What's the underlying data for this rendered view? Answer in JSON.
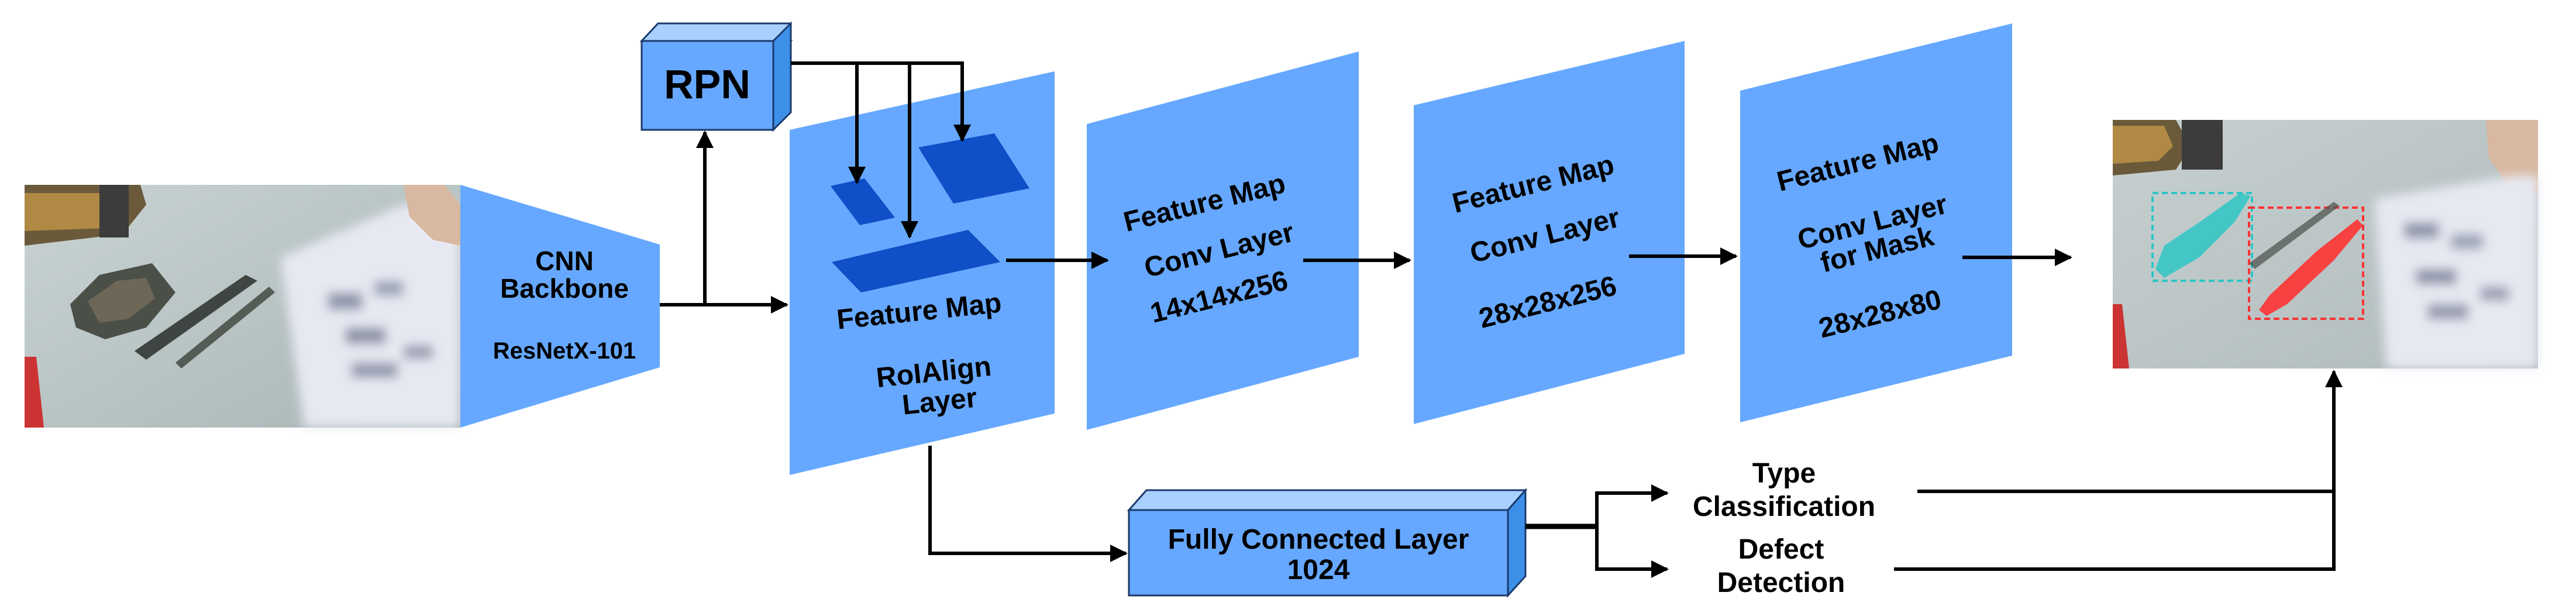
{
  "colors": {
    "box_blue": "#66a8ff",
    "box_side": "#3d8fe8",
    "box_top": "#a9d0ff",
    "roi_blue": "#0f4fc7",
    "stroke": "#1b3a6b",
    "mask_cyan": "#2ec6c6",
    "mask_red": "#ff3333"
  },
  "input_image": {
    "name": "input-photo"
  },
  "backbone": {
    "line1": "CNN",
    "line2": "Backbone",
    "model": "ResNetX-101"
  },
  "rpn": {
    "label": "RPN"
  },
  "roialign": {
    "line1": "Feature Map",
    "line2": "RoIAlign",
    "line3": "Layer"
  },
  "conv1": {
    "line1": "Feature Map",
    "line2": "Conv Layer",
    "line3": "14x14x256"
  },
  "conv2": {
    "line1": "Feature Map",
    "line2": "Conv Layer",
    "line3": "28x28x256"
  },
  "conv3": {
    "line1": "Feature Map",
    "line2": "Conv Layer",
    "line3": "for Mask",
    "line4": "28x28x80"
  },
  "fc": {
    "line1": "Fully Connected Layer",
    "line2": "1024"
  },
  "outputs": {
    "type": {
      "line1": "Type",
      "line2": "Classification"
    },
    "defect": {
      "line1": "Defect",
      "line2": "Detection"
    }
  },
  "output_image": {
    "name": "output-photo-with-masks"
  }
}
